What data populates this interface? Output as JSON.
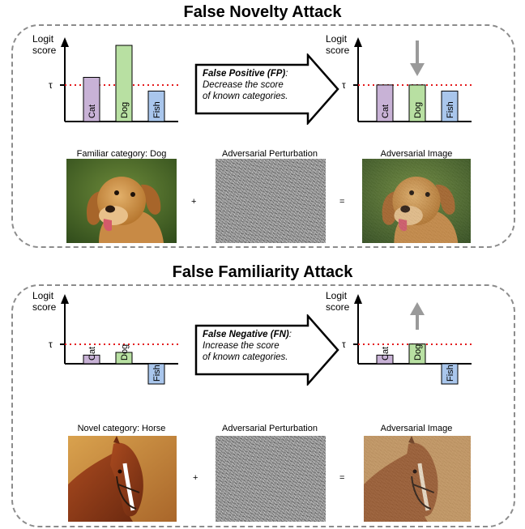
{
  "panels": [
    {
      "title": "False Novelty Attack",
      "axis_label_line1": "Logit",
      "axis_label_line2": "score",
      "threshold_symbol": "τ",
      "callout_bold": "False Positive (FP)",
      "callout_colon": ":",
      "callout_line2": "Decrease the score",
      "callout_line3": "of known categories.",
      "left_caption": "Familiar category: Dog",
      "middle_caption": "Adversarial Perturbation",
      "right_caption": "Adversarial Image",
      "plus_sign": "+",
      "equals_sign": "=",
      "arrow_direction": "down",
      "colors": {
        "cat": "#c8b2d6",
        "dog": "#b8e0a2",
        "fish": "#a9c6ec",
        "threshold": "#e41a1c",
        "arrow": "#9a9a9a"
      },
      "chart_before": {
        "type": "bar",
        "categories": [
          "Cat",
          "Dog",
          "Fish"
        ],
        "values": [
          0.58,
          1.0,
          0.4
        ],
        "threshold": 0.5
      },
      "chart_after": {
        "type": "bar",
        "categories": [
          "Cat",
          "Dog",
          "Fish"
        ],
        "values": [
          0.48,
          0.48,
          0.4
        ],
        "threshold": 0.5
      }
    },
    {
      "title": "False Familiarity Attack",
      "axis_label_line1": "Logit",
      "axis_label_line2": "score",
      "threshold_symbol": "τ",
      "callout_bold": "False Negative (FN)",
      "callout_colon": ":",
      "callout_line2": "Increase the score",
      "callout_line3": "of known categories.",
      "left_caption": "Novel category: Horse",
      "middle_caption": "Adversarial Perturbation",
      "right_caption": "Adversarial Image",
      "plus_sign": "+",
      "equals_sign": "=",
      "arrow_direction": "up",
      "colors": {
        "cat": "#c8b2d6",
        "dog": "#b8e0a2",
        "fish": "#a9c6ec",
        "threshold": "#e41a1c",
        "arrow": "#9a9a9a"
      },
      "chart_before": {
        "type": "bar",
        "categories": [
          "Cat",
          "Dog",
          "Fish"
        ],
        "values": [
          0.38,
          0.5,
          -0.4
        ],
        "threshold": 0.85
      },
      "chart_after": {
        "type": "bar",
        "categories": [
          "Cat",
          "Dog",
          "Fish"
        ],
        "values": [
          0.38,
          0.87,
          -0.4
        ],
        "threshold": 0.85
      }
    }
  ]
}
